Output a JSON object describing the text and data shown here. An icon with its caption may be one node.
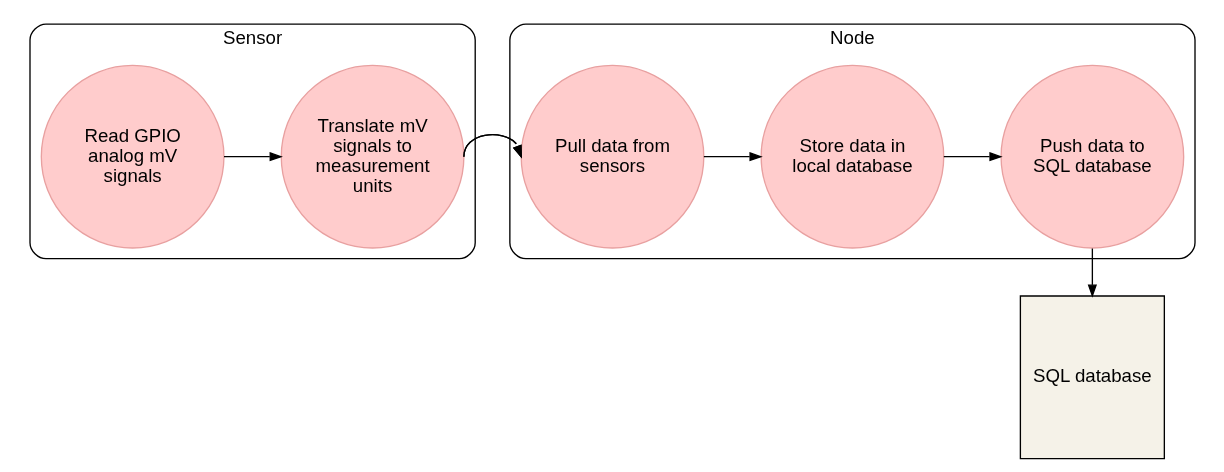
{
  "diagram": {
    "nodes": [
      {
        "text": [
          "Sensor"
        ]
      },
      {
        "text": [
          "Read GPIO analog mV signals"
        ],
        "in": 0
      },
      {
        "text": [
          "Translate mV signals to measurement units"
        ],
        "in": 0
      },
      {
        "text": [
          "Node"
        ]
      },
      {
        "text": [
          "Pull data from sensors"
        ],
        "in": 3
      },
      {
        "text": [
          "Store data in local database"
        ],
        "in": 3
      },
      {
        "text": [
          "Push data to SQL database"
        ],
        "in": 3
      },
      {
        "text": [
          "SQL database"
        ]
      }
    ],
    "edges": [
      {
        "from": 1,
        "to": 2,
        "arrow": "to"
      },
      {
        "from": 2,
        "to": 4,
        "arrow": "to"
      },
      {
        "from": 4,
        "to": 5,
        "arrow": "to"
      },
      {
        "from": 5,
        "to": 6,
        "arrow": "to"
      },
      {
        "from": 6,
        "to": 7,
        "arrow": "to"
      }
    ]
  }
}
